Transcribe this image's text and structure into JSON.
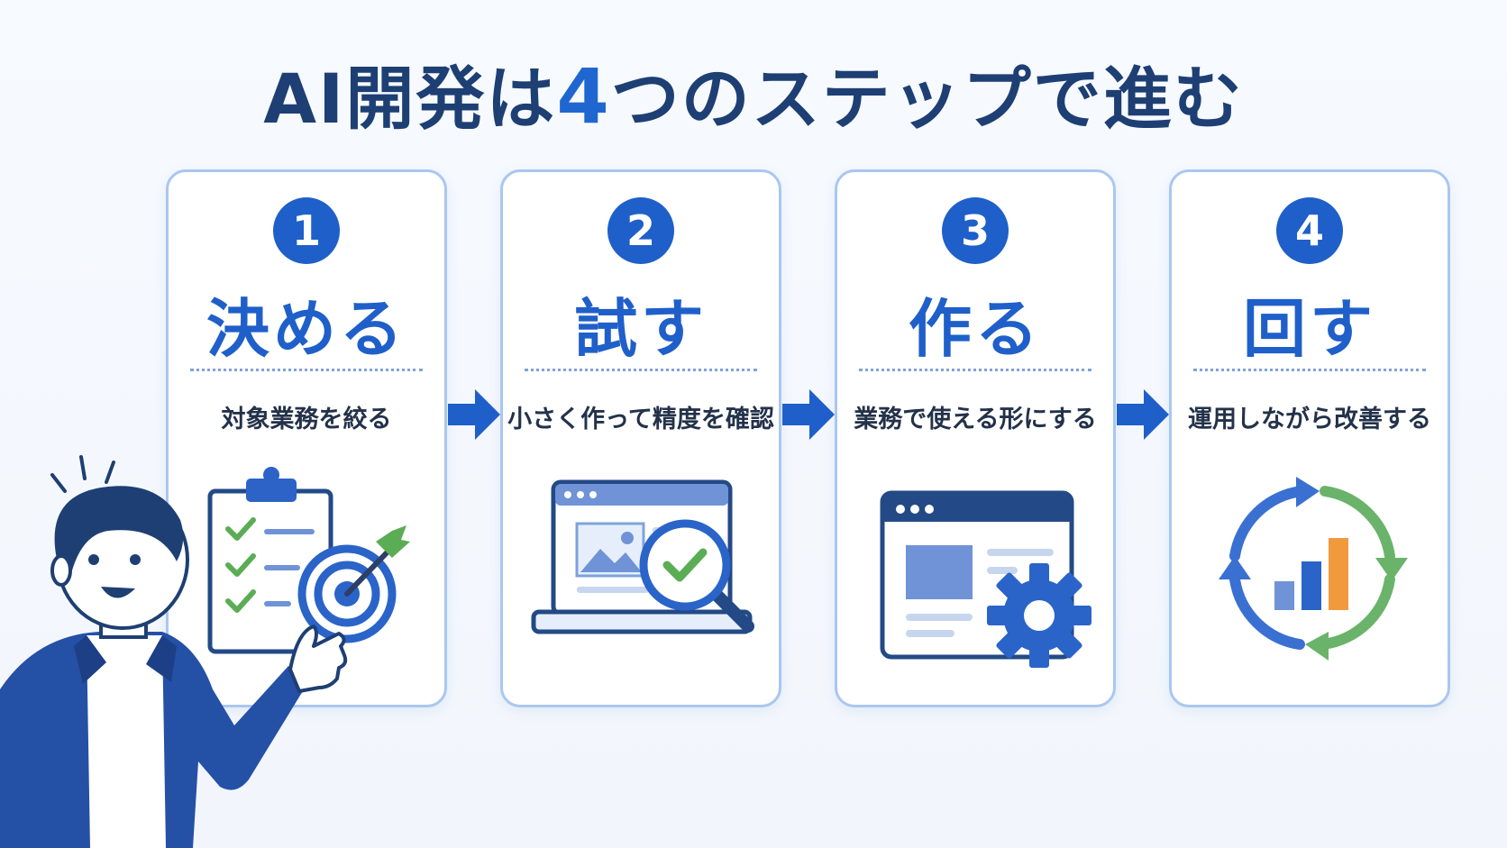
{
  "title": {
    "prefix": "AI開発は",
    "accent": "4",
    "suffix": "つのステップで進む"
  },
  "steps": [
    {
      "number": "1",
      "title": "決める",
      "desc": "対象業務を絞る"
    },
    {
      "number": "2",
      "title": "試す",
      "desc": "小さく作って精度を確認"
    },
    {
      "number": "3",
      "title": "作る",
      "desc": "業務で使える形にする"
    },
    {
      "number": "4",
      "title": "回す",
      "desc": "運用しながら改善する"
    }
  ],
  "colors": {
    "primary": "#1f5fc9",
    "title": "#1e3f73",
    "card_border": "#a9c7f0",
    "green": "#6ab36a",
    "orange": "#f19a3c"
  },
  "icons": [
    "clipboard-checklist-icon",
    "target-icon",
    "laptop-icon",
    "magnifier-check-icon",
    "browser-window-icon",
    "gear-icon",
    "cycle-arrows-icon",
    "bar-chart-icon",
    "arrow-right-icon"
  ]
}
